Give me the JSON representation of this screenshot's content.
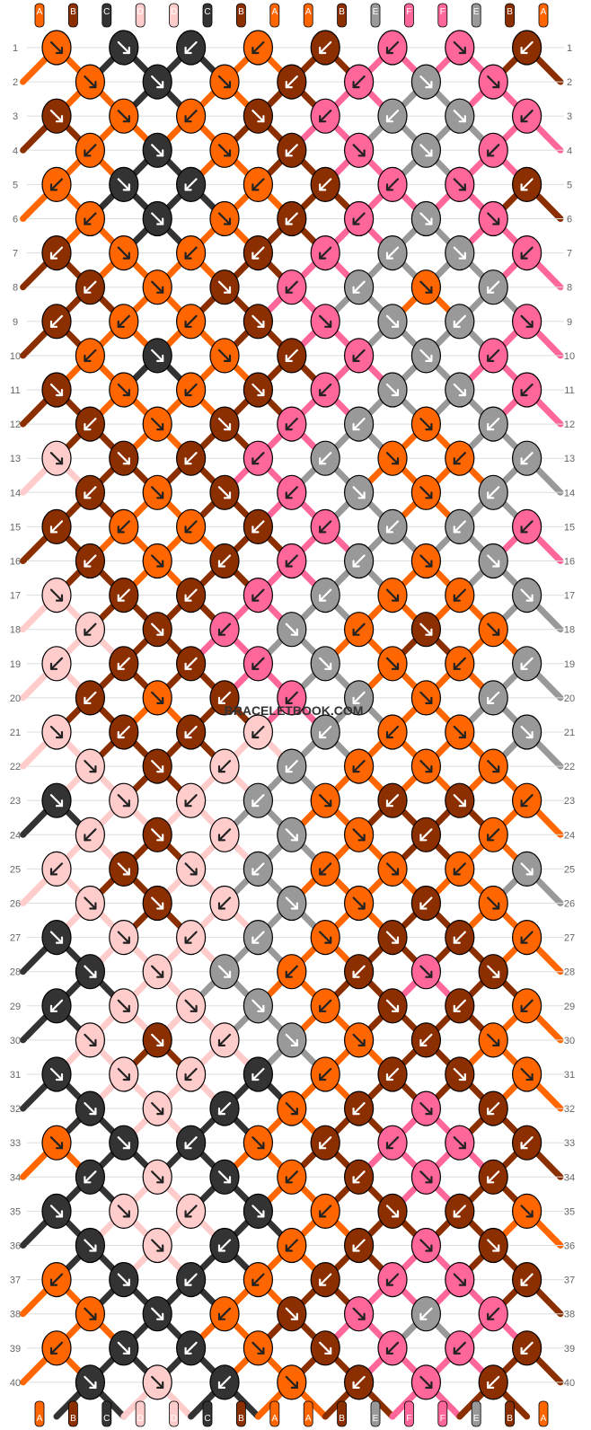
{
  "watermark": "BRACELETBOOK.COM",
  "colors": {
    "A": "#ff6600",
    "B": "#8b2e00",
    "C": "#333333",
    "D": "#ffcccc",
    "E": "#999999",
    "F": "#ff6699"
  },
  "arrow_color_on_dark": "#ffffff",
  "arrow_color_on_light": "#222222",
  "strings_top": [
    "A",
    "B",
    "C",
    "D",
    "D",
    "C",
    "B",
    "A",
    "A",
    "B",
    "E",
    "F",
    "F",
    "E",
    "B",
    "A"
  ],
  "strings_bottom": [
    "A",
    "B",
    "C",
    "D",
    "D",
    "C",
    "B",
    "A",
    "A",
    "B",
    "E",
    "F",
    "F",
    "E",
    "B",
    "A"
  ],
  "rows": [
    "1",
    "2",
    "3",
    "4",
    "5",
    "6",
    "7",
    "8",
    "9",
    "10",
    "11",
    "12",
    "13",
    "14",
    "15",
    "16",
    "17",
    "18",
    "19",
    "20",
    "21",
    "22",
    "23",
    "24",
    "25",
    "26",
    "27",
    "28",
    "29",
    "30",
    "31",
    "32",
    "33",
    "34",
    "35",
    "36",
    "37",
    "38",
    "39",
    "40"
  ],
  "knot_rows": [
    {
      "colors": [
        "A",
        "C",
        "C",
        "A",
        "B",
        "F",
        "F",
        "B"
      ],
      "dirs": [
        "se",
        "se",
        "sw",
        "sw",
        "sw",
        "sw",
        "se",
        "sw"
      ]
    },
    {
      "colors": [
        "A",
        "C",
        "A",
        "B",
        "F",
        "E",
        "F"
      ],
      "dirs": [
        "se",
        "se",
        "se",
        "sw",
        "sw",
        "se",
        "se"
      ]
    },
    {
      "colors": [
        "B",
        "A",
        "A",
        "B",
        "F",
        "E",
        "E",
        "F"
      ],
      "dirs": [
        "se",
        "se",
        "sw",
        "se",
        "sw",
        "sw",
        "se",
        "sw"
      ]
    },
    {
      "colors": [
        "A",
        "C",
        "A",
        "B",
        "F",
        "E",
        "F"
      ],
      "dirs": [
        "sw",
        "se",
        "se",
        "sw",
        "se",
        "se",
        "sw"
      ]
    },
    {
      "colors": [
        "A",
        "C",
        "C",
        "A",
        "B",
        "F",
        "F",
        "B"
      ],
      "dirs": [
        "sw",
        "se",
        "sw",
        "sw",
        "sw",
        "sw",
        "se",
        "sw"
      ]
    },
    {
      "colors": [
        "A",
        "C",
        "A",
        "B",
        "F",
        "E",
        "F"
      ],
      "dirs": [
        "sw",
        "se",
        "se",
        "sw",
        "sw",
        "se",
        "se"
      ]
    },
    {
      "colors": [
        "B",
        "A",
        "A",
        "B",
        "F",
        "E",
        "E",
        "F"
      ],
      "dirs": [
        "sw",
        "se",
        "sw",
        "sw",
        "sw",
        "sw",
        "se",
        "sw"
      ]
    },
    {
      "colors": [
        "B",
        "A",
        "B",
        "F",
        "E",
        "A",
        "E"
      ],
      "dirs": [
        "sw",
        "se",
        "se",
        "sw",
        "sw",
        "se",
        "sw"
      ]
    },
    {
      "colors": [
        "B",
        "A",
        "A",
        "B",
        "F",
        "E",
        "E",
        "F"
      ],
      "dirs": [
        "sw",
        "sw",
        "sw",
        "se",
        "se",
        "se",
        "sw",
        "se"
      ]
    },
    {
      "colors": [
        "A",
        "C",
        "A",
        "B",
        "F",
        "E",
        "F"
      ],
      "dirs": [
        "sw",
        "se",
        "se",
        "sw",
        "sw",
        "se",
        "sw"
      ]
    },
    {
      "colors": [
        "B",
        "A",
        "A",
        "B",
        "F",
        "E",
        "E",
        "F"
      ],
      "dirs": [
        "se",
        "se",
        "sw",
        "se",
        "sw",
        "se",
        "se",
        "sw"
      ]
    },
    {
      "colors": [
        "B",
        "A",
        "B",
        "F",
        "E",
        "A",
        "E"
      ],
      "dirs": [
        "sw",
        "se",
        "se",
        "sw",
        "sw",
        "se",
        "sw"
      ]
    },
    {
      "colors": [
        "D",
        "B",
        "B",
        "F",
        "E",
        "A",
        "A",
        "E"
      ],
      "dirs": [
        "se",
        "se",
        "sw",
        "sw",
        "sw",
        "se",
        "sw",
        "sw"
      ]
    },
    {
      "colors": [
        "B",
        "A",
        "B",
        "F",
        "E",
        "A",
        "E"
      ],
      "dirs": [
        "sw",
        "se",
        "se",
        "sw",
        "se",
        "se",
        "sw"
      ]
    },
    {
      "colors": [
        "B",
        "A",
        "A",
        "B",
        "F",
        "E",
        "E",
        "F"
      ],
      "dirs": [
        "sw",
        "sw",
        "sw",
        "sw",
        "sw",
        "sw",
        "sw",
        "sw"
      ]
    },
    {
      "colors": [
        "B",
        "A",
        "B",
        "F",
        "E",
        "A",
        "E"
      ],
      "dirs": [
        "sw",
        "se",
        "sw",
        "sw",
        "sw",
        "se",
        "se"
      ]
    },
    {
      "colors": [
        "D",
        "B",
        "B",
        "F",
        "E",
        "A",
        "A",
        "E"
      ],
      "dirs": [
        "se",
        "sw",
        "sw",
        "sw",
        "sw",
        "se",
        "sw",
        "se"
      ]
    },
    {
      "colors": [
        "D",
        "B",
        "F",
        "E",
        "A",
        "B",
        "A"
      ],
      "dirs": [
        "sw",
        "se",
        "sw",
        "se",
        "sw",
        "se",
        "se"
      ]
    },
    {
      "colors": [
        "D",
        "B",
        "B",
        "F",
        "E",
        "A",
        "A",
        "E"
      ],
      "dirs": [
        "sw",
        "sw",
        "sw",
        "sw",
        "se",
        "se",
        "sw",
        "sw"
      ]
    },
    {
      "colors": [
        "B",
        "A",
        "B",
        "F",
        "E",
        "A",
        "E"
      ],
      "dirs": [
        "sw",
        "se",
        "sw",
        "sw",
        "sw",
        "se",
        "sw"
      ]
    },
    {
      "colors": [
        "D",
        "B",
        "B",
        "D",
        "E",
        "A",
        "A",
        "E"
      ],
      "dirs": [
        "se",
        "sw",
        "sw",
        "sw",
        "sw",
        "sw",
        "se",
        "se"
      ]
    },
    {
      "colors": [
        "D",
        "B",
        "D",
        "E",
        "A",
        "A",
        "A"
      ],
      "dirs": [
        "se",
        "se",
        "sw",
        "sw",
        "sw",
        "se",
        "se"
      ]
    },
    {
      "colors": [
        "C",
        "D",
        "D",
        "E",
        "A",
        "B",
        "B",
        "A"
      ],
      "dirs": [
        "se",
        "se",
        "sw",
        "sw",
        "se",
        "sw",
        "se",
        "sw"
      ]
    },
    {
      "colors": [
        "D",
        "B",
        "D",
        "E",
        "A",
        "B",
        "A"
      ],
      "dirs": [
        "sw",
        "se",
        "sw",
        "se",
        "se",
        "sw",
        "sw"
      ]
    },
    {
      "colors": [
        "D",
        "B",
        "D",
        "E",
        "A",
        "A",
        "A",
        "E"
      ],
      "dirs": [
        "sw",
        "se",
        "se",
        "sw",
        "sw",
        "se",
        "sw",
        "se"
      ]
    },
    {
      "colors": [
        "D",
        "B",
        "D",
        "E",
        "A",
        "B",
        "A"
      ],
      "dirs": [
        "se",
        "se",
        "sw",
        "se",
        "se",
        "sw",
        "se"
      ]
    },
    {
      "colors": [
        "C",
        "D",
        "D",
        "E",
        "A",
        "B",
        "B",
        "A"
      ],
      "dirs": [
        "se",
        "se",
        "sw",
        "sw",
        "se",
        "se",
        "sw",
        "sw"
      ]
    },
    {
      "colors": [
        "C",
        "D",
        "E",
        "A",
        "B",
        "F",
        "B"
      ],
      "dirs": [
        "se",
        "se",
        "se",
        "sw",
        "sw",
        "se",
        "se"
      ]
    },
    {
      "colors": [
        "C",
        "D",
        "D",
        "E",
        "A",
        "B",
        "B",
        "A"
      ],
      "dirs": [
        "sw",
        "se",
        "se",
        "se",
        "sw",
        "se",
        "sw",
        "sw"
      ]
    },
    {
      "colors": [
        "D",
        "B",
        "D",
        "E",
        "A",
        "B",
        "A"
      ],
      "dirs": [
        "se",
        "se",
        "sw",
        "se",
        "se",
        "sw",
        "se"
      ]
    },
    {
      "colors": [
        "C",
        "D",
        "D",
        "C",
        "A",
        "B",
        "B",
        "A"
      ],
      "dirs": [
        "se",
        "se",
        "sw",
        "sw",
        "sw",
        "sw",
        "se",
        "se"
      ]
    },
    {
      "colors": [
        "C",
        "D",
        "C",
        "A",
        "B",
        "F",
        "B"
      ],
      "dirs": [
        "se",
        "se",
        "sw",
        "se",
        "sw",
        "se",
        "sw"
      ]
    },
    {
      "colors": [
        "A",
        "C",
        "C",
        "A",
        "B",
        "F",
        "F",
        "B"
      ],
      "dirs": [
        "se",
        "se",
        "sw",
        "se",
        "sw",
        "sw",
        "se",
        "sw"
      ]
    },
    {
      "colors": [
        "C",
        "D",
        "C",
        "A",
        "B",
        "F",
        "B"
      ],
      "dirs": [
        "sw",
        "se",
        "se",
        "sw",
        "sw",
        "se",
        "sw"
      ]
    },
    {
      "colors": [
        "C",
        "D",
        "D",
        "C",
        "A",
        "B",
        "B",
        "A"
      ],
      "dirs": [
        "se",
        "se",
        "sw",
        "se",
        "sw",
        "se",
        "sw",
        "se"
      ]
    },
    {
      "colors": [
        "C",
        "D",
        "C",
        "A",
        "B",
        "F",
        "B"
      ],
      "dirs": [
        "se",
        "se",
        "sw",
        "sw",
        "sw",
        "se",
        "se"
      ]
    },
    {
      "colors": [
        "A",
        "C",
        "C",
        "A",
        "B",
        "F",
        "F",
        "B"
      ],
      "dirs": [
        "sw",
        "se",
        "sw",
        "sw",
        "sw",
        "sw",
        "se",
        "sw"
      ]
    },
    {
      "colors": [
        "A",
        "C",
        "A",
        "B",
        "F",
        "E",
        "F"
      ],
      "dirs": [
        "se",
        "se",
        "sw",
        "se",
        "se",
        "sw",
        "sw"
      ]
    },
    {
      "colors": [
        "A",
        "C",
        "C",
        "A",
        "B",
        "F",
        "F",
        "B"
      ],
      "dirs": [
        "sw",
        "se",
        "sw",
        "se",
        "se",
        "sw",
        "sw",
        "sw"
      ]
    },
    {
      "colors": [
        "C",
        "D",
        "C",
        "A",
        "B",
        "F",
        "B"
      ],
      "dirs": [
        "se",
        "se",
        "sw",
        "se",
        "sw",
        "se",
        "sw"
      ]
    }
  ]
}
